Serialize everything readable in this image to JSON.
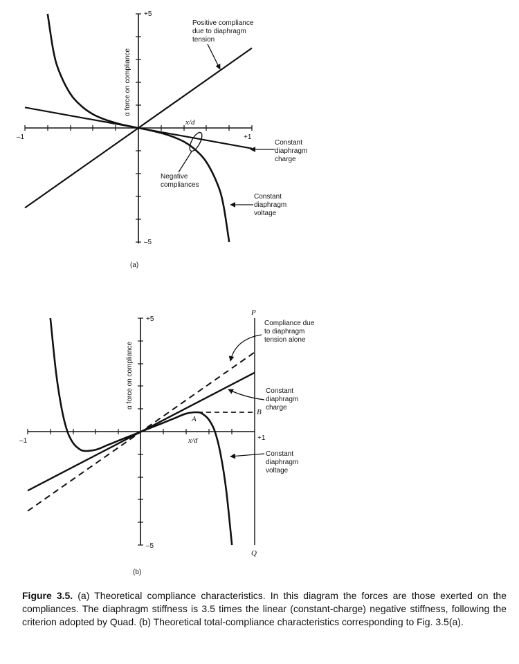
{
  "caption": {
    "figure_label": "Figure 3.5.",
    "text": "(a) Theoretical compliance characteristics. In this diagram the forces are those exerted on the compliances. The diaphragm stiffness is 3.5 times the linear (constant-charge) negative stiffness, following the criterion adopted by Quad. (b) Theoretical total-compliance characteristics corresponding to Fig. 3.5(a)."
  },
  "chart_data": [
    {
      "type": "line",
      "panel_label": "(a)",
      "xlabel": "x/d",
      "ylabel": "α force on compliance",
      "xlim": [
        -1,
        1
      ],
      "ylim": [
        -5,
        5
      ],
      "x_tick_labels": [
        "–1",
        "+1"
      ],
      "y_tick_labels": [
        "+5",
        "–5"
      ],
      "grid": false,
      "series": [
        {
          "name": "Positive compliance due to diaphragm tension",
          "style": "solid",
          "x": [
            -1.0,
            1.0
          ],
          "y": [
            -3.5,
            3.5
          ]
        },
        {
          "name": "Constant diaphragm charge",
          "style": "solid",
          "x": [
            -1.0,
            1.0
          ],
          "y": [
            0.9,
            -0.9
          ]
        },
        {
          "name": "Constant diaphragm voltage",
          "style": "solid",
          "x": [
            -0.8,
            -0.75,
            -0.7,
            -0.6,
            -0.5,
            -0.4,
            -0.3,
            -0.2,
            -0.1,
            0.0,
            0.1,
            0.2,
            0.3,
            0.4,
            0.5,
            0.6,
            0.7,
            0.75,
            0.8
          ],
          "y": [
            5.0,
            3.4,
            2.5,
            1.5,
            0.95,
            0.6,
            0.38,
            0.22,
            0.1,
            0.0,
            -0.1,
            -0.22,
            -0.38,
            -0.6,
            -0.95,
            -1.5,
            -2.5,
            -3.4,
            -5.0
          ]
        }
      ],
      "annotations": [
        {
          "text": "Positive compliance due to diaphragm tension",
          "lines": [
            "Positive compliance",
            "due to diaphragm",
            "tension"
          ]
        },
        {
          "text": "Constant diaphragm charge",
          "lines": [
            "Constant",
            "diaphragm",
            "charge"
          ]
        },
        {
          "text": "Constant diaphragm voltage",
          "lines": [
            "Constant",
            "diaphragm",
            "voltage"
          ]
        },
        {
          "text": "Negative compliances",
          "lines": [
            "Negative",
            "compliances"
          ]
        }
      ]
    },
    {
      "type": "line",
      "panel_label": "(b)",
      "xlabel": "x/d",
      "ylabel": "α force on compliance",
      "xlim": [
        -1,
        1
      ],
      "ylim": [
        -5,
        5
      ],
      "x_tick_labels": [
        "–1",
        "+1"
      ],
      "y_tick_labels": [
        "+5",
        "–5"
      ],
      "grid": false,
      "point_labels": [
        "P",
        "Q",
        "A",
        "B"
      ],
      "series": [
        {
          "name": "Compliance due to diaphragm tension alone",
          "style": "dashed",
          "x": [
            -1.0,
            1.0
          ],
          "y": [
            -3.5,
            3.5
          ]
        },
        {
          "name": "Constant diaphragm charge",
          "style": "solid",
          "x": [
            -1.0,
            1.0
          ],
          "y": [
            -2.6,
            2.6
          ]
        },
        {
          "name": "Constant diaphragm voltage",
          "style": "solid",
          "x": [
            -0.8,
            -0.75,
            -0.7,
            -0.65,
            -0.6,
            -0.55,
            -0.5,
            -0.4,
            -0.3,
            -0.2,
            -0.1,
            0.0,
            0.1,
            0.2,
            0.3,
            0.4,
            0.5,
            0.55,
            0.6,
            0.65,
            0.7,
            0.75,
            0.8
          ],
          "y": [
            5.0,
            2.6,
            1.0,
            0.0,
            -0.5,
            -0.75,
            -0.85,
            -0.8,
            -0.6,
            -0.4,
            -0.2,
            0.0,
            0.2,
            0.4,
            0.6,
            0.8,
            0.85,
            0.75,
            0.5,
            0.0,
            -1.0,
            -2.6,
            -5.0
          ]
        },
        {
          "name": "A–B",
          "style": "dashed",
          "x": [
            0.5,
            1.0
          ],
          "y": [
            0.85,
            0.85
          ]
        }
      ],
      "annotations": [
        {
          "text": "Compliance due to diaphragm tension alone",
          "lines": [
            "Compliance due",
            "to diaphragm",
            "tension alone"
          ]
        },
        {
          "text": "Constant diaphragm charge",
          "lines": [
            "Constant",
            "diaphragm",
            "charge"
          ]
        },
        {
          "text": "Constant diaphragm voltage",
          "lines": [
            "Constant",
            "diaphragm",
            "voltage"
          ]
        }
      ]
    }
  ]
}
